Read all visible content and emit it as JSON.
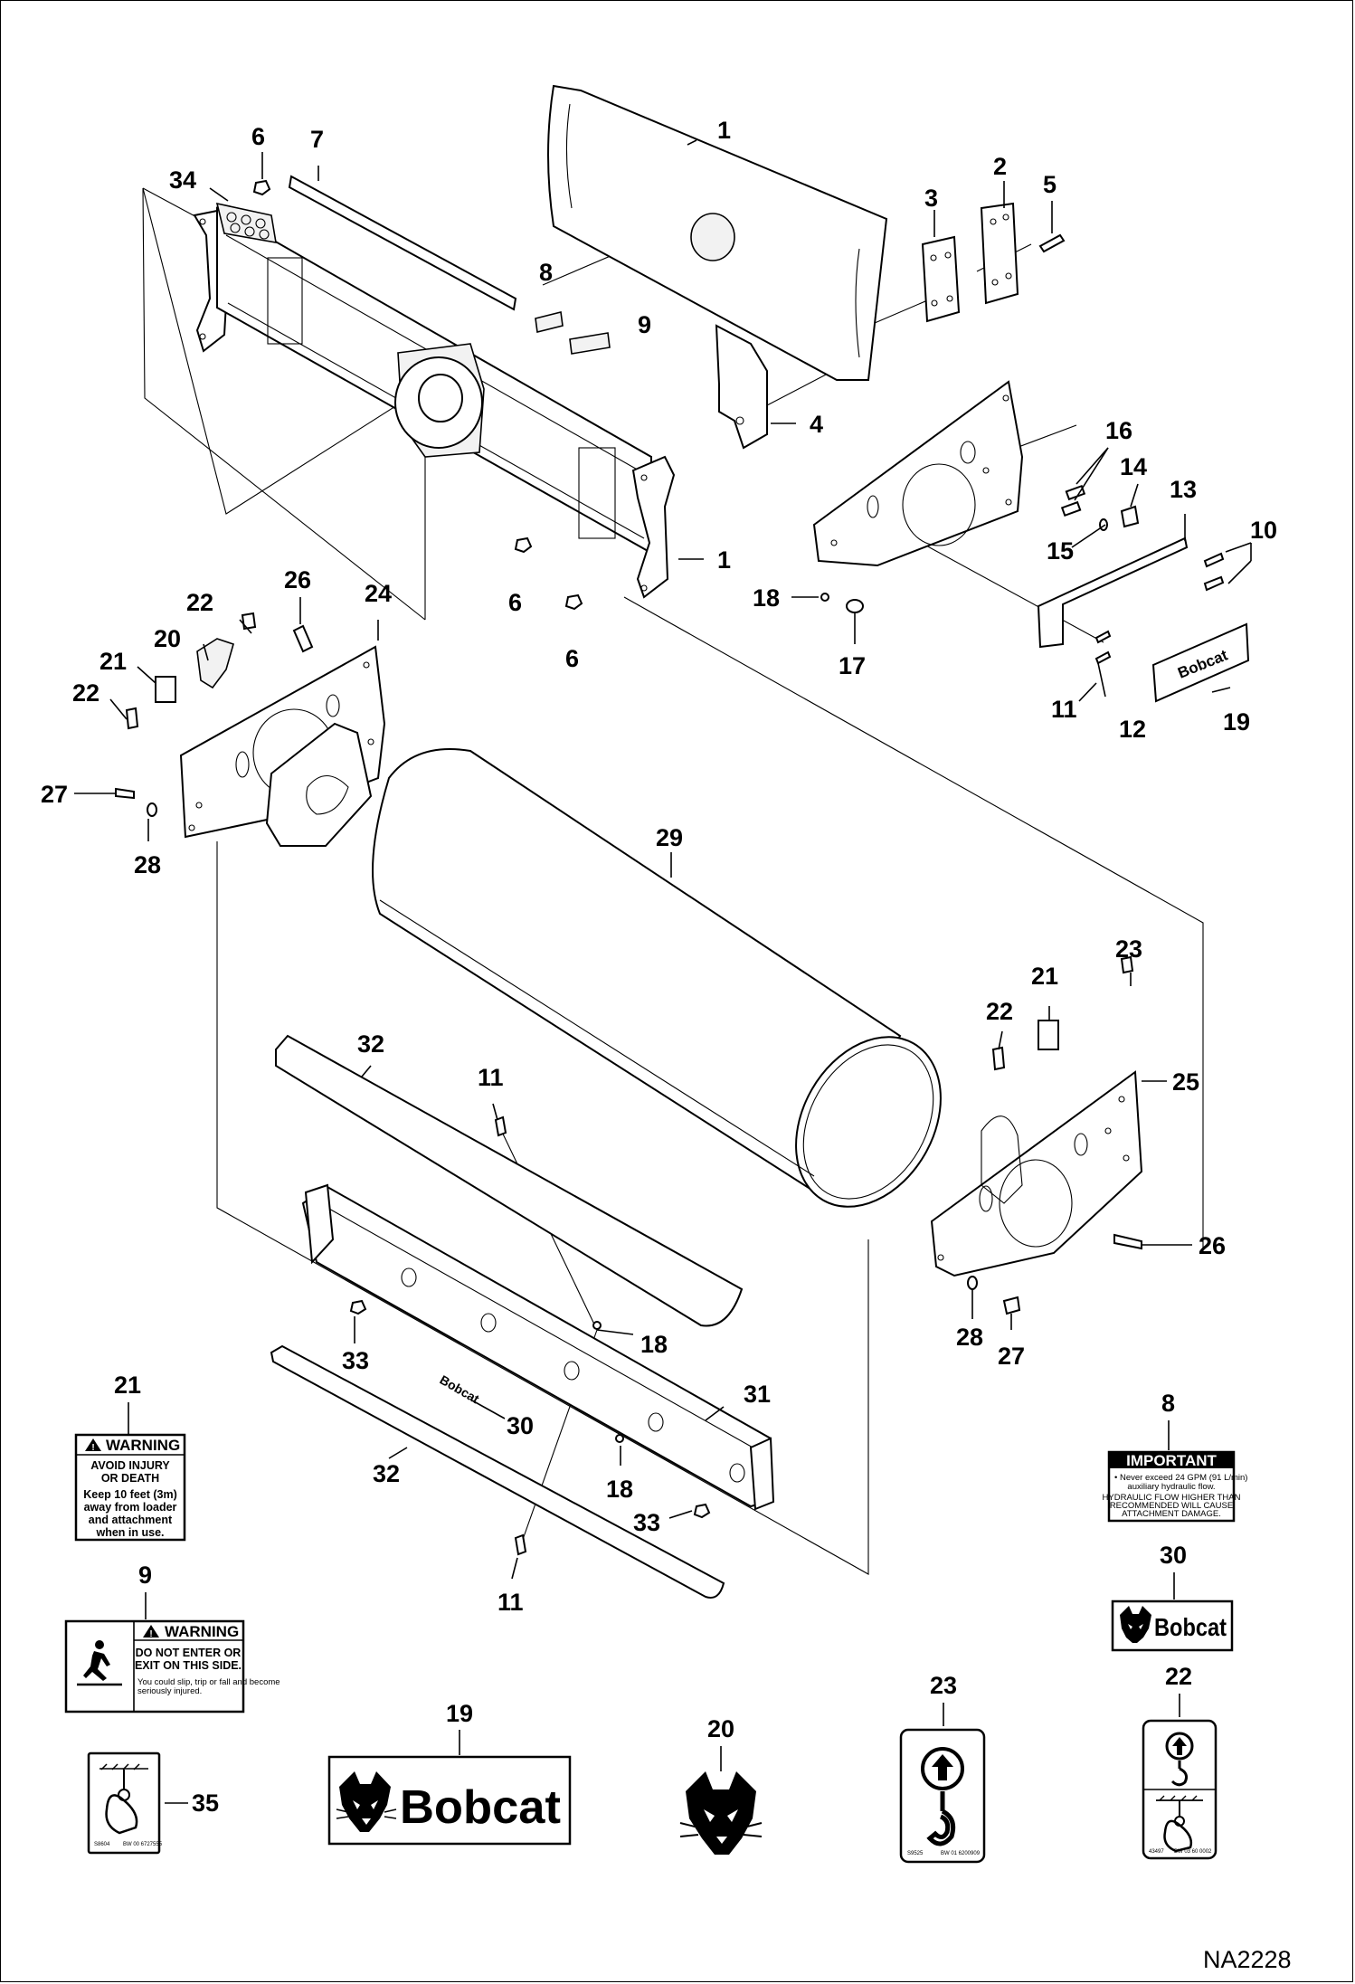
{
  "figure_id": "NA2228",
  "callouts": {
    "c1a": "1",
    "c1b": "1",
    "c2": "2",
    "c3": "3",
    "c4": "4",
    "c5": "5",
    "c6a": "6",
    "c6b": "6",
    "c6c": "6",
    "c7": "7",
    "c8": "8",
    "c9": "9",
    "c10": "10",
    "c11a": "11",
    "c11b": "11",
    "c11c": "11",
    "c12": "12",
    "c13": "13",
    "c14": "14",
    "c15": "15",
    "c16": "16",
    "c17": "17",
    "c18a": "18",
    "c18b": "18",
    "c18c": "18",
    "c19": "19",
    "c20": "20",
    "c21a": "21",
    "c21b": "21",
    "c22a": "22",
    "c22b": "22",
    "c23": "23",
    "c24": "24",
    "c25": "25",
    "c26a": "26",
    "c26b": "26",
    "c27a": "27",
    "c27b": "27",
    "c28a": "28",
    "c28b": "28",
    "c29": "29",
    "c30": "30",
    "c31": "31",
    "c32a": "32",
    "c32b": "32",
    "c33a": "33",
    "c33b": "33",
    "c34": "34"
  },
  "decals": {
    "d21": {
      "number": "21",
      "header": "WARNING",
      "lines": [
        "AVOID INJURY",
        "OR DEATH",
        "Keep 10 feet (3m)",
        "away from loader",
        "and attachment",
        "when in use."
      ]
    },
    "d9": {
      "number": "9",
      "header": "WARNING",
      "lines": [
        "DO NOT ENTER OR",
        "EXIT ON THIS  SIDE."
      ],
      "fine": [
        "You could slip, trip or fall and become",
        "seriously injured."
      ]
    },
    "d8": {
      "number": "8",
      "header": "IMPORTANT",
      "lines": [
        "• Never exceed 24 GPM (91 L/min)",
        "auxiliary hydraulic flow.",
        "HYDRAULIC FLOW HIGHER THAN",
        "RECOMMENDED WILL CAUSE",
        "ATTACHMENT DAMAGE."
      ]
    },
    "d30": {
      "number": "30",
      "brand": "Bobcat"
    },
    "d19": {
      "number": "19",
      "brand": "Bobcat"
    },
    "d20": {
      "number": "20"
    },
    "d23": {
      "number": "23"
    },
    "d22": {
      "number": "22"
    },
    "d35": {
      "number": "35"
    }
  },
  "colors": {
    "ink": "#000000",
    "paper": "#ffffff"
  }
}
